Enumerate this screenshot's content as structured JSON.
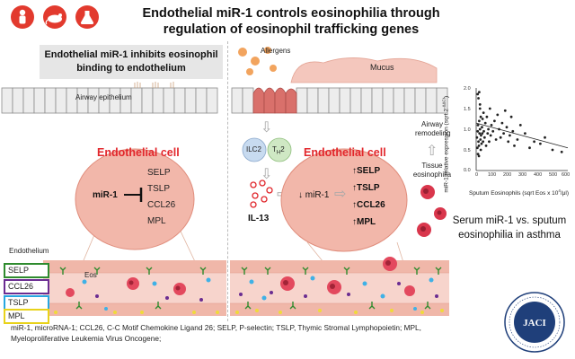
{
  "title": "Endothelial miR-1  controls eosinophilia through regulation of eosinophil trafficking genes",
  "icons": [
    "human-icon",
    "mouse-icon",
    "flask-icon"
  ],
  "left_panel": {
    "caption": "Endothelial miR-1 inhibits eosinophil binding to endothelium",
    "airway_label": "Airway epithelium",
    "cell_title": "Endothelial cell",
    "mir_label": "miR-1",
    "genes": [
      "SELP",
      "TSLP",
      "CCL26",
      "MPL"
    ],
    "endothelium_label": "Endothelium",
    "eos_label": "Eos"
  },
  "legend": [
    {
      "name": "SELP",
      "color": "#2e8b2e"
    },
    {
      "name": "CCL26",
      "color": "#6a2c91"
    },
    {
      "name": "TSLP",
      "color": "#27a6e0"
    },
    {
      "name": "MPL",
      "color": "#e8d21a"
    }
  ],
  "right_panel": {
    "allergens_label": "Allergens",
    "mucus_label": "Mucus",
    "ilc2_label": "ILC2",
    "th2_label": "T",
    "th2_sub": "H",
    "th2_tail": "2",
    "il13_label": "IL-13",
    "cell_title": "Endothelial cell",
    "mir_label": "miR-1",
    "genes": [
      "SELP",
      "TSLP",
      "CCL26",
      "MPL"
    ],
    "airway_remodeling": "Airway remodeling",
    "tissue_eosinophilia": "Tissue eosinophilia"
  },
  "plot": {
    "ylabel": "miR-1 relative expression (sqrt 2",
    "ylabel_sup": "-ΔΔCt",
    "ylabel_tail": ")",
    "xlabel": "Sputum Eosinophils (sqrt Eos x 10",
    "xlabel_sup": "4",
    "xlabel_tail": "/μl)",
    "y_ticks": [
      "2.0",
      "1.5",
      "1.0",
      "0.5",
      "0.0"
    ],
    "x_ticks": [
      "0",
      "100",
      "200",
      "300",
      "400",
      "500",
      "600"
    ]
  },
  "chart_data": {
    "type": "scatter",
    "xlim": [
      0,
      600
    ],
    "ylim": [
      0,
      2.0
    ],
    "x": [
      5,
      10,
      12,
      15,
      18,
      20,
      22,
      25,
      28,
      30,
      32,
      35,
      38,
      40,
      42,
      45,
      48,
      50,
      55,
      60,
      65,
      70,
      75,
      80,
      85,
      90,
      95,
      100,
      110,
      120,
      130,
      140,
      150,
      160,
      170,
      180,
      190,
      200,
      210,
      220,
      230,
      240,
      250,
      270,
      290,
      320,
      350,
      380,
      420,
      450,
      500,
      560,
      10,
      15,
      20,
      25,
      30,
      8,
      12,
      18,
      25
    ],
    "y": [
      0.8,
      0.95,
      1.1,
      0.7,
      0.6,
      1.2,
      0.9,
      1.0,
      0.75,
      1.3,
      0.85,
      0.65,
      1.05,
      0.9,
      1.25,
      0.7,
      1.4,
      0.95,
      0.8,
      1.15,
      0.6,
      1.3,
      0.9,
      1.0,
      0.7,
      1.5,
      0.85,
      1.1,
      0.95,
      1.2,
      0.75,
      1.35,
      1.0,
      0.8,
      1.15,
      0.9,
      1.45,
      1.05,
      0.7,
      0.85,
      1.3,
      0.95,
      0.6,
      0.75,
      1.1,
      0.9,
      0.55,
      0.7,
      0.65,
      0.8,
      0.5,
      0.45,
      1.85,
      1.75,
      1.9,
      1.6,
      0.5,
      0.55,
      0.4,
      0.35,
      1.5
    ],
    "trend": {
      "x": [
        0,
        600
      ],
      "y": [
        1.15,
        0.55
      ]
    },
    "grid": false
  },
  "serum_caption": "Serum miR-1 vs. sputum eosinophilia in asthma",
  "footer": "miR-1, microRNA-1; CCL26, C-C Motif Chemokine Ligand 26; SELP, P-selectin; TSLP, Thymic Stromal Lymphopoietin; MPL, Myeloproliferative Leukemia Virus Oncogene;",
  "journal": {
    "abbrev": "JACI",
    "ring_text": "The Journal of Allergy & Clinical Immunology"
  }
}
